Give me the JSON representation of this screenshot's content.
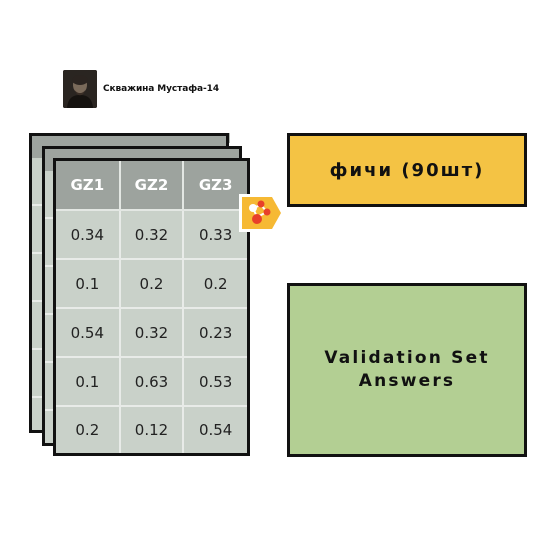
{
  "header": {
    "title": "Скважина Мустафа-14",
    "avatar_icon": "person-portrait-icon"
  },
  "table": {
    "columns": [
      "GZ1",
      "GZ2",
      "GZ3"
    ],
    "rows": [
      [
        "0.34",
        "0.32",
        "0.33"
      ],
      [
        "0.1",
        "0.2",
        "0.2"
      ],
      [
        "0.54",
        "0.32",
        "0.23"
      ],
      [
        "0.1",
        "0.63",
        "0.53"
      ],
      [
        "0.2",
        "0.12",
        "0.54"
      ]
    ]
  },
  "badge": {
    "icon": "molecule-icon",
    "colors": {
      "fill": "#f6b934",
      "node": "#e8402a",
      "node_light": "#ffffff"
    }
  },
  "features_box": {
    "label": "фичи (90шт)",
    "color": "#f4c344"
  },
  "validation_box": {
    "line1": "Validation Set",
    "line2": "Answers",
    "color": "#b3cf93"
  }
}
